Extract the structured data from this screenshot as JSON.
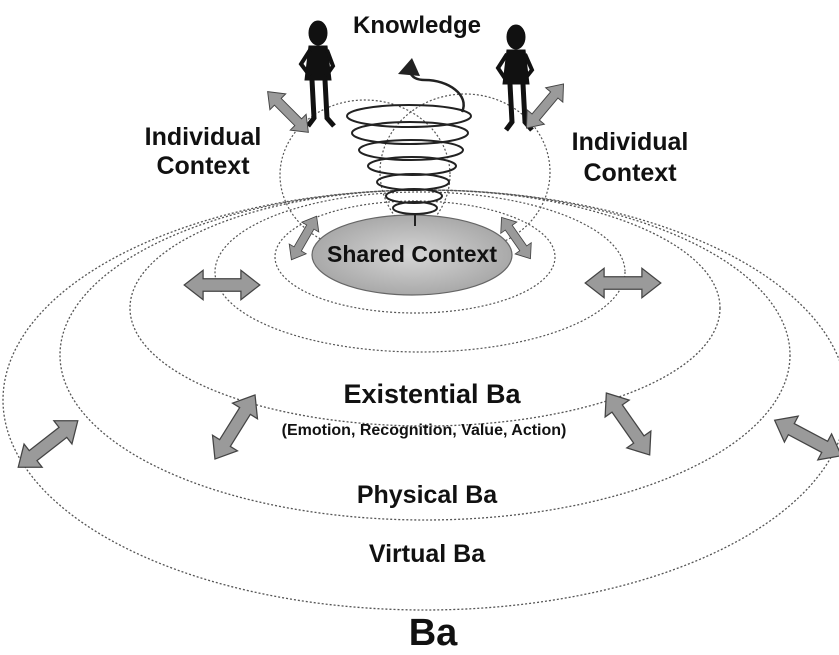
{
  "labels": {
    "knowledge": "Knowledge",
    "individual_left_line1": "Individual",
    "individual_left_line2": "Context",
    "individual_right_line1": "Individual",
    "individual_right_line2": "Context",
    "shared_context": "Shared Context",
    "existential_ba": "Existential Ba",
    "existential_sub": "(Emotion, Recognition, Value, Action)",
    "physical_ba": "Physical Ba",
    "virtual_ba": "Virtual Ba",
    "ba": "Ba"
  },
  "colors": {
    "line": "#555555",
    "arrow_fill": "#9a9a9a",
    "arrow_stroke": "#444444",
    "shared_fill": "#bdbdbd",
    "text": "#111111"
  }
}
